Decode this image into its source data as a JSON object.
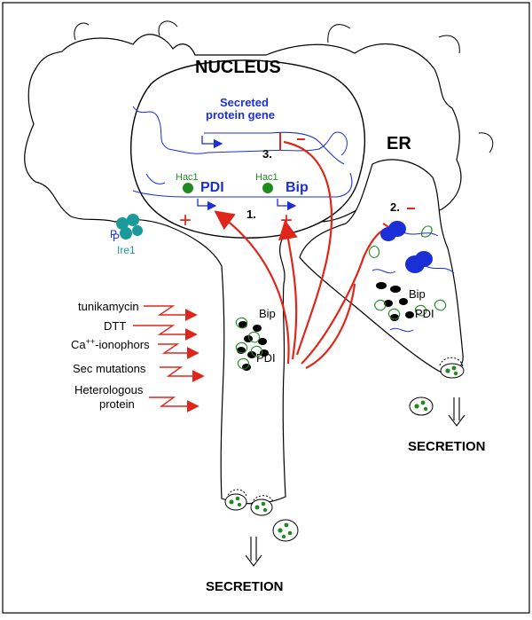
{
  "nucleus_label": "NUCLEUS",
  "er_label": "ER",
  "gene": {
    "line1": "Secreted",
    "line2": "protein gene"
  },
  "steps": {
    "step1": "1.",
    "step2": "2.",
    "step3": "3."
  },
  "factors": {
    "hac1_left": "Hac1",
    "hac1_right": "Hac1",
    "pdi": "PDI",
    "bip": "Bip"
  },
  "ire1": {
    "p_label": "P",
    "name": "Ire1"
  },
  "er_left": {
    "bip": "Bip",
    "pdi": "PDI"
  },
  "er_right": {
    "bip": "Bip",
    "pdi": "PDI"
  },
  "signs": {
    "plus": "+",
    "minus": "−"
  },
  "stressors": [
    {
      "text": "tunikamycin"
    },
    {
      "text": "DTT"
    },
    {
      "text": "Ca++-ionophors",
      "base": "Ca",
      "sup": "++",
      "rest": "-ionophors"
    },
    {
      "text": "Sec mutations"
    },
    {
      "text": "Heterologous",
      "line2": "protein"
    }
  ],
  "secretion_left": "SECRETION",
  "secretion_right": "SECRETION",
  "colors": {
    "nucleus_blue": "#1a2fd6",
    "arrow_red": "#e0261b",
    "chaperone_green": "#1f8a1f",
    "ire1_teal": "#1a9a9a",
    "outline": "#000000"
  }
}
